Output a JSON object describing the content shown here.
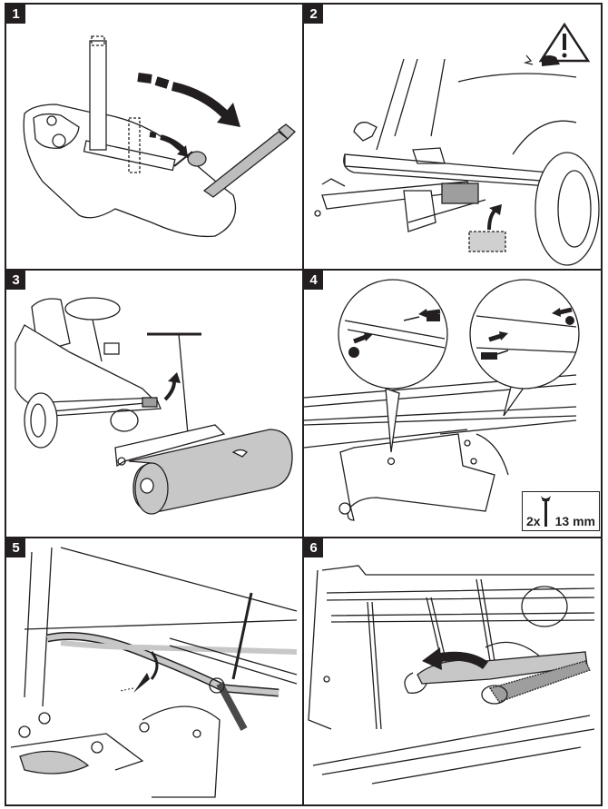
{
  "document": {
    "type": "assembly-instruction-sheet",
    "panels": [
      {
        "step": "1",
        "illustration": "lift-lever-control-console",
        "icons": [
          "curved-arrow-icon",
          "curved-arrow-icon"
        ]
      },
      {
        "step": "2",
        "illustration": "front-bumper-support-block",
        "icons": [
          "warning-icon",
          "curved-arrow-icon"
        ]
      },
      {
        "step": "3",
        "illustration": "rider-mower-with-roller-attachment",
        "icons": [
          "curved-arrow-icon"
        ]
      },
      {
        "step": "4",
        "illustration": "mounting-bracket-bolts-magnified",
        "icons": [
          "arrow-icon",
          "arrow-icon",
          "arrow-icon",
          "arrow-icon"
        ],
        "tool_callout": {
          "quantity": "2x",
          "size": "13 mm",
          "icon": "wrench-icon"
        }
      },
      {
        "step": "5",
        "illustration": "belt-and-chain-tension-spring",
        "icons": [
          "rotate-arrow-icon"
        ]
      },
      {
        "step": "6",
        "illustration": "spring-unhook",
        "icons": [
          "curved-arrow-icon"
        ]
      }
    ]
  },
  "colors": {
    "line": "#231f20",
    "fill_gray": "#bdbdbd",
    "badge": "#231f20",
    "paper": "#ffffff"
  }
}
